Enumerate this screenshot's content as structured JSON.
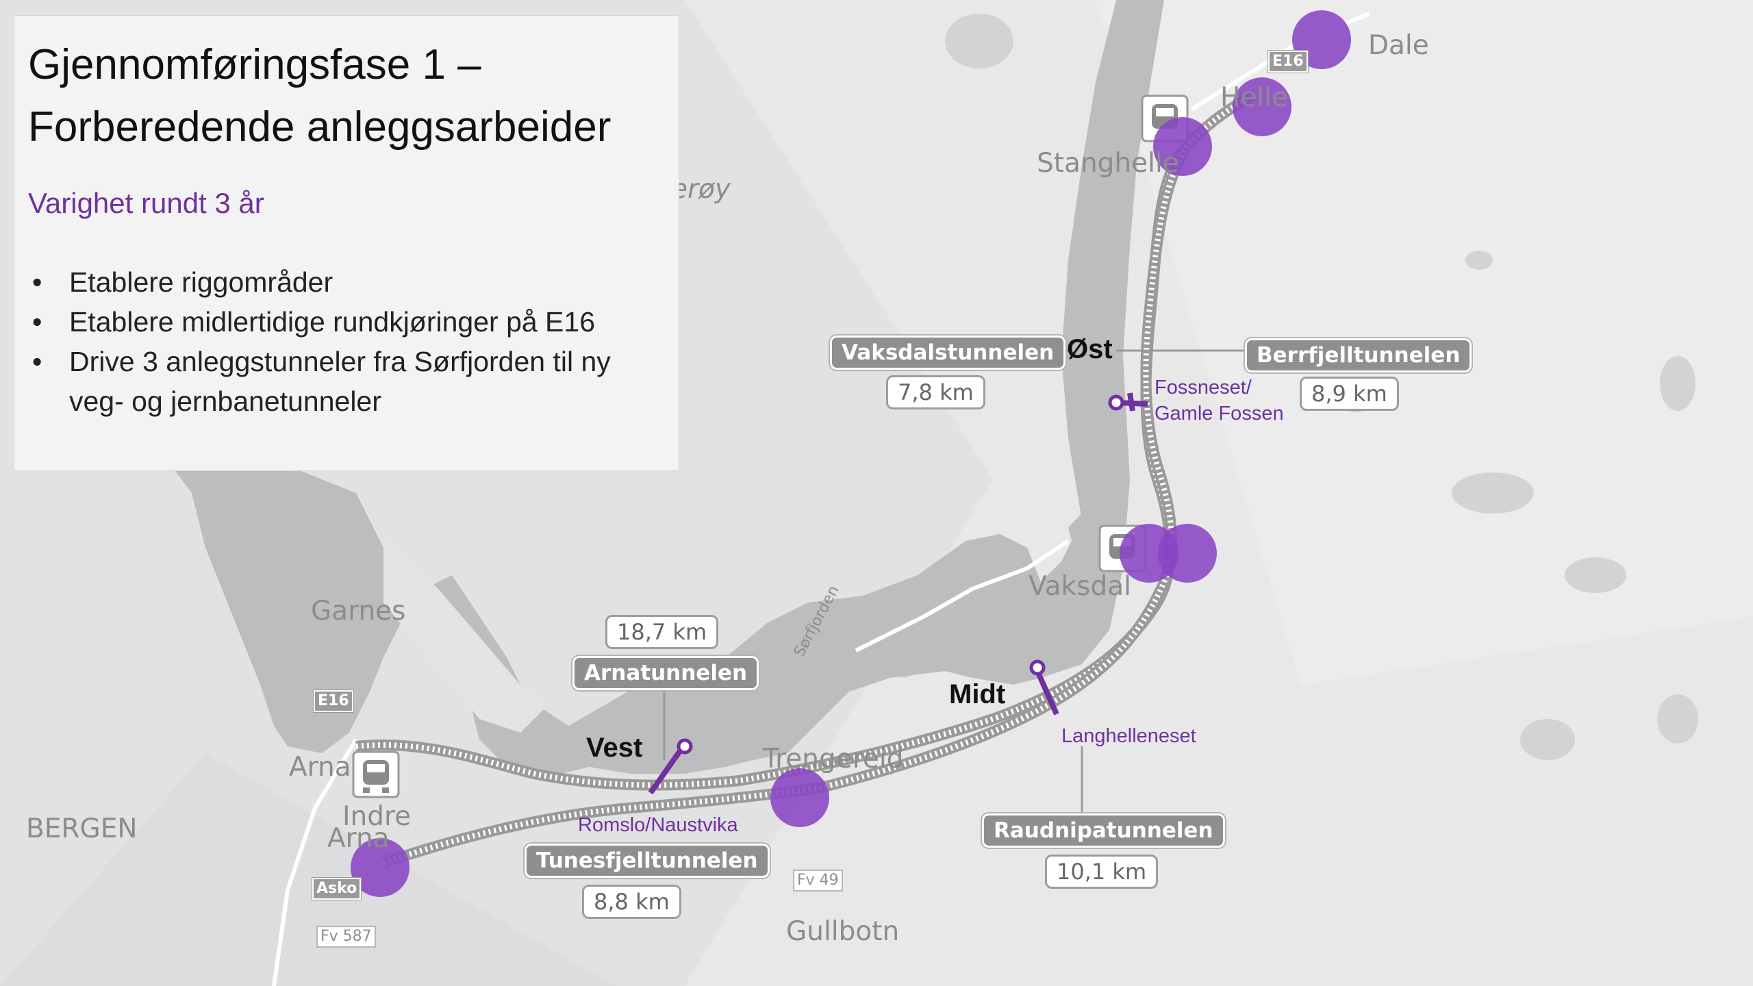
{
  "title": "Gjennomføringsfase 1 – Forberedende anleggsarbeider",
  "subtitle": "Varighet rundt 3 år",
  "bullets": [
    "Etablere riggområder",
    "Etablere midlertidige rundkjøringer på E16",
    "Drive 3 anleggstunneler fra Sørfjorden til ny veg- og jernbanetunneler"
  ],
  "bullet_glyph": "•",
  "phases": {
    "vest": "Vest",
    "midt": "Midt",
    "ost": "Øst"
  },
  "sites": {
    "vest": "Romslo/Naustvika",
    "midt": "Langhelleneset",
    "ost_line1": "Fossneset/",
    "ost_line2": "Gamle Fossen"
  },
  "tunnels": [
    {
      "name": "Arnatunnelen",
      "length": "18,7 km"
    },
    {
      "name": "Tunesfjelltunnelen",
      "length": "8,8 km"
    },
    {
      "name": "Raudnipatunnelen",
      "length": "10,1 km"
    },
    {
      "name": "Vaksdalstunnelen",
      "length": "7,8 km"
    },
    {
      "name": "Berrfjelltunnelen",
      "length": "8,9 km"
    }
  ],
  "places": {
    "bergen": "BERGEN",
    "arna": "Arna",
    "indre_arna_1": "Indre",
    "indre_arna_2": "Arna",
    "garnes": "Garnes",
    "trengereid": "Trengereid",
    "gullbotn": "Gullbotn",
    "vaksdal": "Vaksdal",
    "stanghelle": "Stanghelle",
    "helle": "Helle",
    "dale": "Dale",
    "osteroy": "erøy",
    "sorfjorden": "Sørfjorden"
  },
  "road_signs": {
    "e16_a": "E16",
    "e16_b": "E16",
    "fv49": "Fv 49",
    "fv587": "Fv 587",
    "asko": "Asko"
  },
  "colors": {
    "accent_purple": "#7030a0",
    "marker_purple": "#8a44c4",
    "tunnel_label_bg": "#8f8f90",
    "water": "#bdbdbf",
    "land": "#e9e9ea"
  },
  "icons": [
    "train-station-icon",
    "rig-area-marker",
    "tunnel-portal-icon"
  ]
}
